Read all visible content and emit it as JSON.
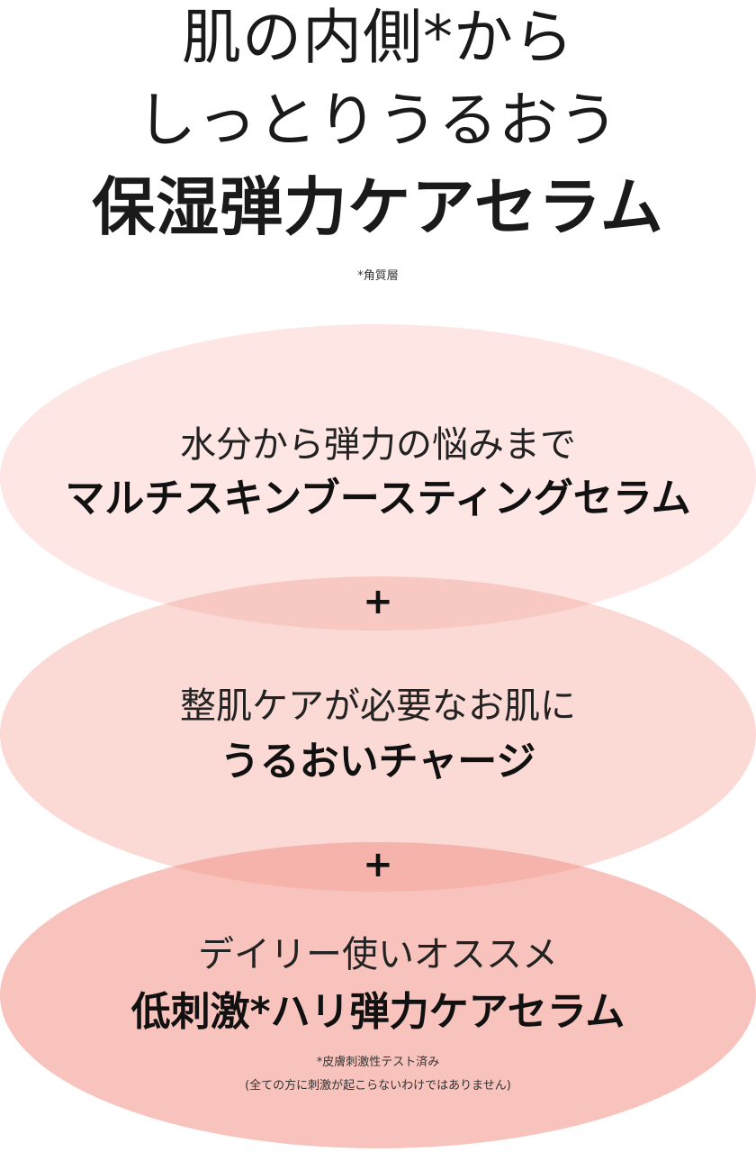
{
  "headline": {
    "line1": "肌の内側*から",
    "line2": "しっとりうるおう",
    "line3": "保湿弾力ケアセラム",
    "footnote": "*角質層"
  },
  "colors": {
    "oval1": "#fde6e3",
    "oval2": "#fbd9d4",
    "oval3": "#f8c3bc",
    "overlap": "#f7c9c2"
  },
  "items": [
    {
      "sub": "水分から弾力の悩みまで",
      "main": "マルチスキンブースティングセラム"
    },
    {
      "sub": "整肌ケアが必要なお肌に",
      "main": "うるおいチャージ"
    },
    {
      "sub": "デイリー使いオススメ",
      "main": "低刺激*ハリ弾力ケアセラム"
    }
  ],
  "plus_symbol": "+",
  "bottom_notes": {
    "line1": "*皮膚刺激性テスト済み",
    "line2": "(全ての方に刺激が起こらないわけではありません)"
  }
}
